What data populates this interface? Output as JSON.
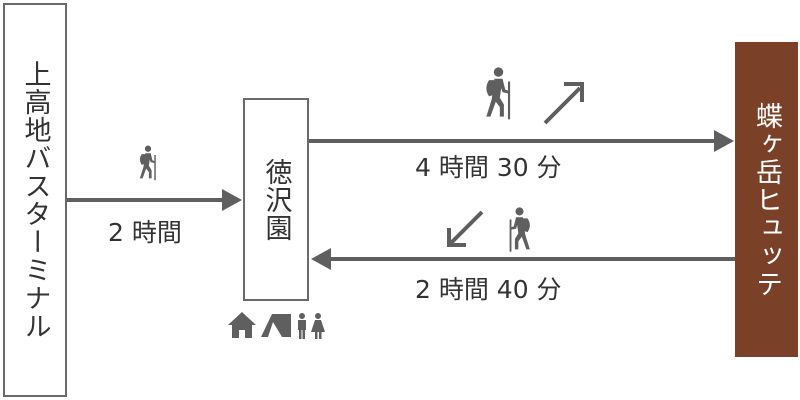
{
  "stations": {
    "start": "上高地バスターミナル",
    "middle": "徳沢園",
    "end": "蝶ヶ岳ヒュッテ"
  },
  "legs": {
    "start_to_middle": "2 時間",
    "middle_to_end": "4 時間 30 分",
    "end_to_middle": "2 時間 40 分"
  },
  "facilities": [
    "house-icon",
    "tent-icon",
    "restroom-icon"
  ],
  "colors": {
    "line": "#5f5f5f",
    "end_box": "#7b4128"
  }
}
